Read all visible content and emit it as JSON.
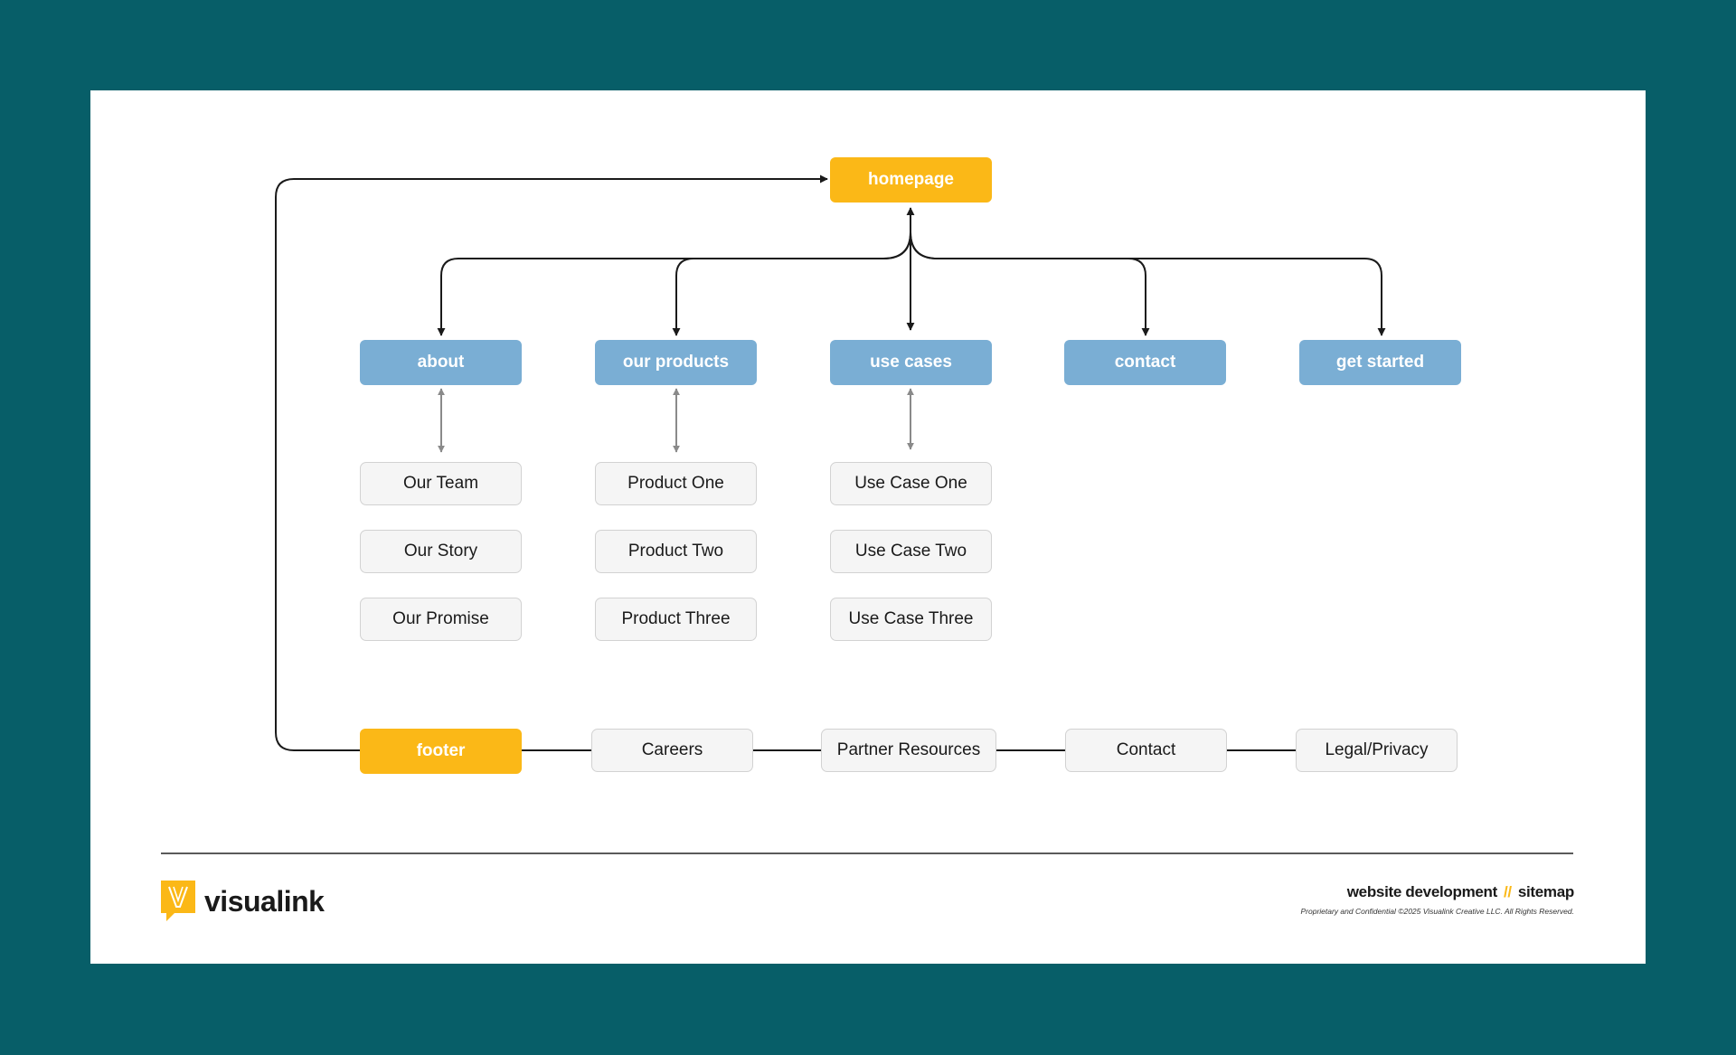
{
  "colors": {
    "frame": "#075e68",
    "canvas": "#ffffff",
    "accent": "#fbb817",
    "section": "#7aaed4",
    "page_fill": "#f5f5f5",
    "page_border": "#d2d2d2",
    "connector": "#1a1a1a",
    "sub_connector": "#8a8a8a"
  },
  "sitemap": {
    "root": "homepage",
    "sections": [
      "about",
      "our products",
      "use cases",
      "contact",
      "get started"
    ],
    "about_pages": [
      "Our Team",
      "Our Story",
      "Our Promise"
    ],
    "products_pages": [
      "Product One",
      "Product Two",
      "Product Three"
    ],
    "use_cases_pages": [
      "Use Case One",
      "Use Case Two",
      "Use Case Three"
    ],
    "footer": {
      "label": "footer",
      "links": [
        "Careers",
        "Partner Resources",
        "Contact",
        "Legal/Privacy"
      ]
    }
  },
  "brand": {
    "logo_icon": "v-speech-bubble-logo",
    "name": "visualink"
  },
  "doc": {
    "title_left": "website development",
    "separator": "//",
    "title_right": "sitemap",
    "legal": "Proprietary and Confidential  ©2025 Visualink Creative LLC. All Rights Reserved."
  }
}
